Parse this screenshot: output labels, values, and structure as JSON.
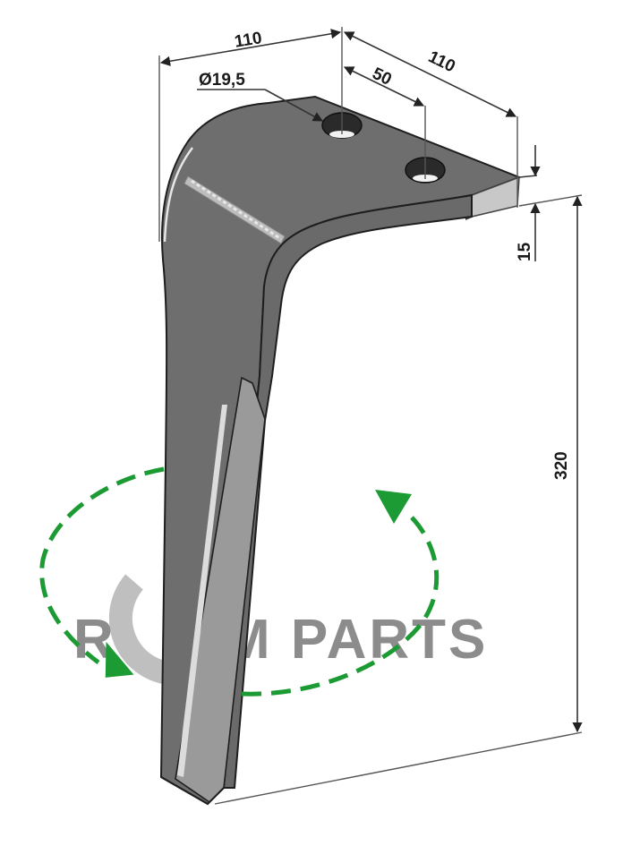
{
  "diagram": {
    "subject": "Rotary harrow tine",
    "colors": {
      "body": "#6e6e6e",
      "body_face": "#707070",
      "blade_light": "#9a9a9a",
      "edge_highlight": "#d8d8d8",
      "outline": "#1e1e1e",
      "rotation_arrow": "#1c9a33",
      "watermark": "#8c8c8c",
      "background": "#ffffff"
    },
    "dimensions": {
      "top_width": "110",
      "hole_diameter": "Ø19,5",
      "hole_spacing": "50",
      "side_length": "110",
      "thickness": "15",
      "height": "320"
    },
    "watermark": {
      "left_letter": "R",
      "right_text": "M PARTS"
    },
    "annotations": {
      "rotation": "bidirectional rotation arrows (green dashed ellipse)"
    }
  }
}
